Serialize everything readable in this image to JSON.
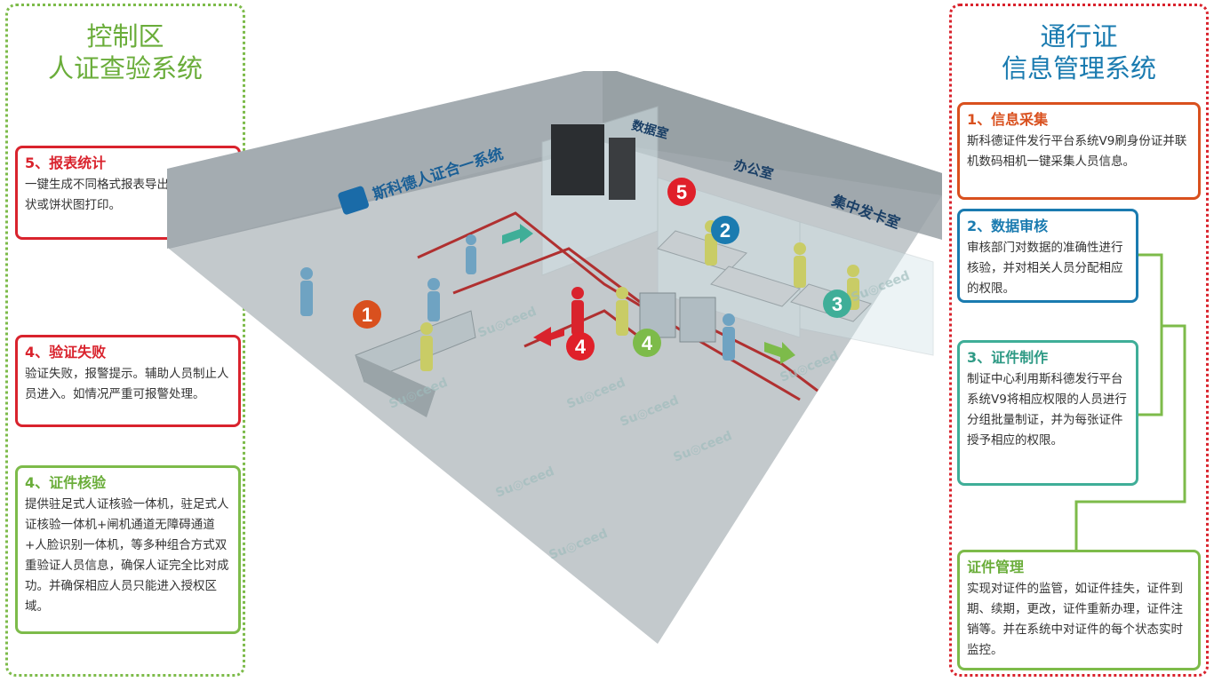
{
  "left_panel": {
    "title_line1": "控制区",
    "title_line2": "人证查验系统",
    "boxes": [
      {
        "title": "5、报表统计",
        "text": "一键生成不同格式报表导出，并生成柱状或饼状图打印。"
      },
      {
        "title": "4、验证失败",
        "text": "验证失败，报警提示。辅助人员制止人员进入。如情况严重可报警处理。"
      },
      {
        "title": "4、证件核验",
        "text": "提供驻足式人证核验一体机，驻足式人证核验一体机+闸机通道无障碍通道+人脸识别一体机，等多种组合方式双重验证人员信息，确保人证完全比对成功。并确保相应人员只能进入授权区域。"
      }
    ]
  },
  "right_panel": {
    "title_line1": "通行证",
    "title_line2": "信息管理系统",
    "boxes": [
      {
        "title": "1、信息采集",
        "text": "斯科德证件发行平台系统V9刷身份证并联机数码相机一键采集人员信息。"
      },
      {
        "title": "2、数据审核",
        "text": "审核部门对数据的准确性进行核验，并对相关人员分配相应的权限。"
      },
      {
        "title": "3、证件制作",
        "text": "制证中心利用斯科德发行平台系统V9将相应权限的人员进行分组批量制证，并为每张证件授予相应的权限。"
      },
      {
        "title": "证件管理",
        "text": "实现对证件的监管，如证件挂失，证件到期、续期，更改，证件重新办理，证件注销等。并在系统中对证件的每个状态实时监控。"
      }
    ]
  },
  "scene": {
    "wall_sign": "斯科德人证合一系统",
    "room_data": "数据室",
    "room_office": "办公室",
    "room_card": "集中发卡室",
    "watermark": "Su◎ceed",
    "markers": [
      {
        "label": "1",
        "color": "#d9501e"
      },
      {
        "label": "2",
        "color": "#1a7bb0"
      },
      {
        "label": "3",
        "color": "#3fae98"
      },
      {
        "label": "4",
        "color": "#e0202a"
      },
      {
        "label": "4",
        "color": "#7dbb4a"
      },
      {
        "label": "5",
        "color": "#e0202a"
      }
    ]
  },
  "colors": {
    "green": "#7dbb4a",
    "red": "#d9232d",
    "blue": "#1a7bb0",
    "teal": "#3fae98",
    "orange": "#d9501e"
  }
}
